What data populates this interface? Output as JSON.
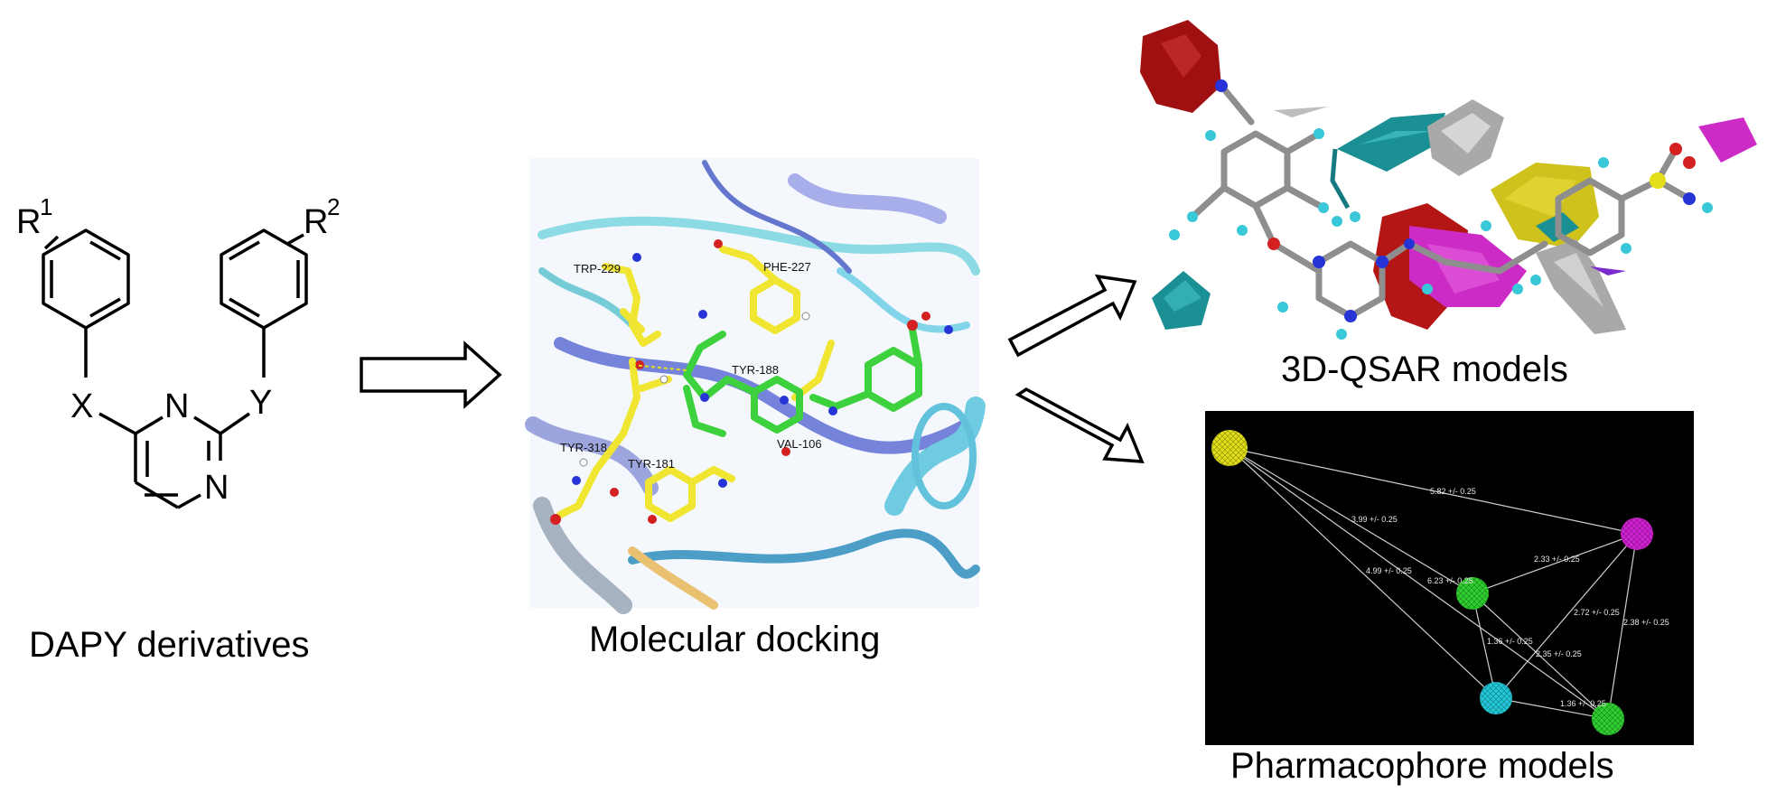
{
  "captions": {
    "dapy": "DAPY derivatives",
    "docking": "Molecular docking",
    "qsar": "3D-QSAR models",
    "pharmacophore": "Pharmacophore models"
  },
  "structure": {
    "r1": "R",
    "r1_sup": "1",
    "r2": "R",
    "r2_sup": "2",
    "x": "X",
    "y": "Y",
    "n1": "N",
    "n2": "N"
  },
  "residues": {
    "phe227": "PHE-227",
    "trp229": "TRP-229",
    "tyr188": "TYR-188",
    "tyr318": "TYR-318",
    "tyr181": "TYR-181",
    "val106": "VAL-106"
  },
  "distances": {
    "d1": "5.82 +/- 0.25",
    "d2": "3.99 +/- 0.25",
    "d3": "2.33 +/- 0.25",
    "d4": "4.99 +/- 0.25",
    "d5": "6.23 +/- 0.25",
    "d6": "2.72 +/- 0.25",
    "d7": "2.38 +/- 0.25",
    "d8": "1.36 +/- 0.25",
    "d9": "2.35 +/- 0.25",
    "d10": "1.36 +/- 0.25"
  },
  "colors": {
    "arrow_stroke": "#000000",
    "pharm_bg": "#000000",
    "hydrophobe": "#e3df18",
    "acceptor": "#d321d6",
    "donor": "#2fd12f",
    "aromatic": "#22c9d8",
    "ligand_yellow": "#f0e632",
    "ligand_green": "#3dd23d",
    "oxygen": "#d42020",
    "nitrogen": "#2633d6",
    "qsar_red": "#a11010",
    "qsar_teal": "#1a8f94",
    "qsar_magenta": "#cc2bc6",
    "qsar_yellow": "#cfc21c",
    "qsar_gray": "#a9a9a9"
  }
}
